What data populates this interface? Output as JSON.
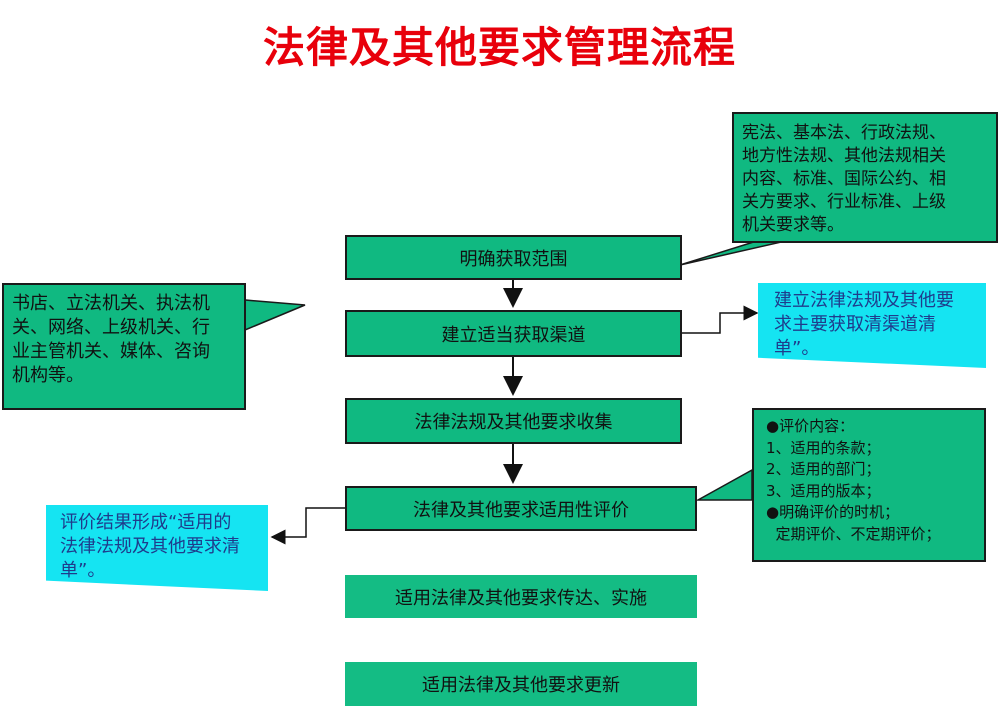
{
  "title": "法律及其他要求管理流程",
  "steps": [
    "明确获取范围",
    "建立适当获取渠道",
    "法律法规及其他要求收集",
    "法律及其他要求适用性评价",
    "适用法律及其他要求传达、实施",
    "适用法律及其他要求更新"
  ],
  "notes": {
    "scope": [
      "宪法、基本法、行政法规、",
      "地方性法规、其他法规相关",
      "内容、标准、国际公约、相",
      "关方要求、行业标准、上级",
      "机关要求等。"
    ],
    "channels": [
      "书店、立法机关、执法机",
      "关、网络、上级机关、行",
      "业主管机关、媒体、咨询",
      "机构等。"
    ],
    "channel_list": [
      "建立法律法规及其他要",
      "求主要获取清渠道清",
      "单”。"
    ],
    "evaluation": [
      "●评价内容：",
      "1、适用的条款；",
      "2、适用的部门；",
      "3、适用的版本；",
      "●明确评价的时机；",
      "  定期评价、不定期评价；"
    ],
    "result": [
      "评价结果形成“适用的",
      "法律法规及其他要求清",
      "单”。"
    ]
  },
  "colors": {
    "title": "#e8000b",
    "box": "#10b981",
    "cyan_note": "#15e4f2",
    "cyan_text": "#1f3c8c"
  }
}
